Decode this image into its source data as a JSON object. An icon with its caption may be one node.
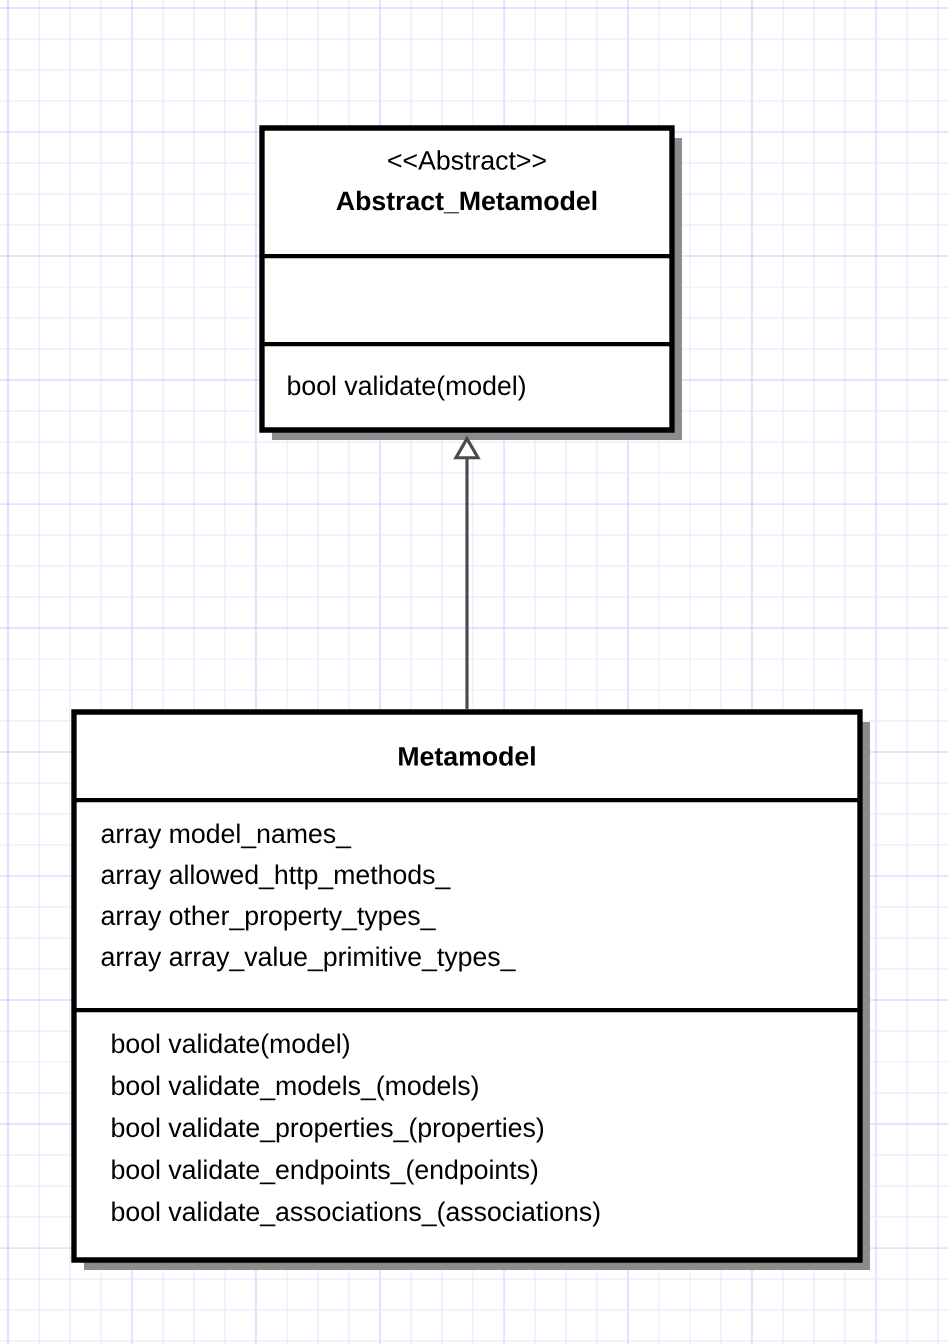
{
  "diagram": {
    "nodes": [
      {
        "text": [
          "<<Abstract>>",
          "Abstract_Metamodel",
          "bool validate(model)"
        ]
      },
      {
        "text": [
          "Metamodel",
          "array model_names_",
          "array allowed_http_methods_",
          "array other_property_types_",
          "array array_value_primitive_types_",
          "bool validate(model)",
          "bool validate_models_(models)",
          "bool validate_properties_(properties)",
          "bool validate_endpoints_(endpoints)",
          "bool validate_associations_(associations)"
        ]
      }
    ],
    "edges": [
      {
        "from": 1,
        "to": 0,
        "arrow": "to"
      }
    ]
  }
}
